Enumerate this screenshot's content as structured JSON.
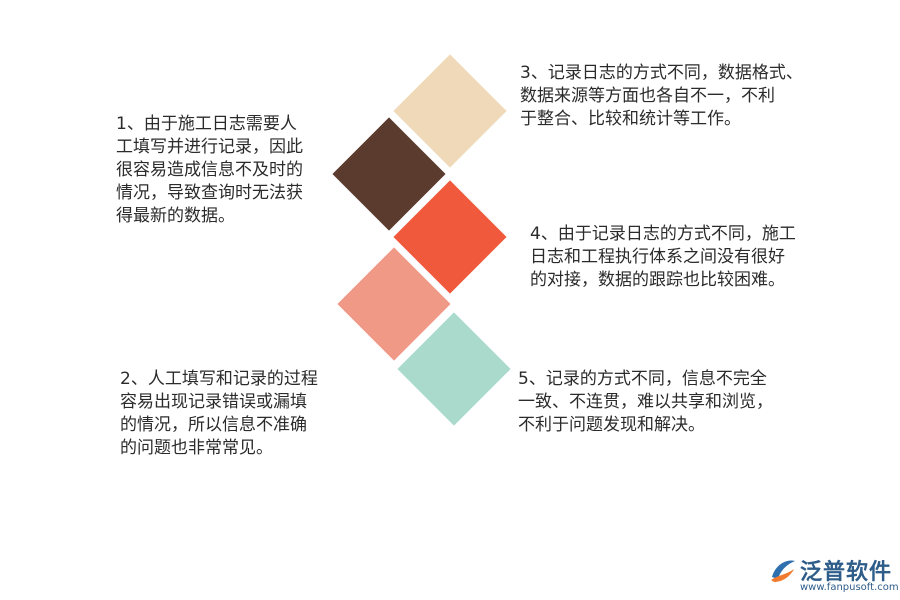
{
  "diagram": {
    "items": [
      {
        "text": "1、由于施工日志需要人\n工填写并进行记录，因此\n很容易造成信息不及时的\n情况，导致查询时无法获\n得最新的数据。",
        "color": "#5a3b2e"
      },
      {
        "text": "2、人工填写和记录的过程\n容易出现记录错误或漏填\n的情况，所以信息不准确\n的问题也非常常见。",
        "color": "#f09986"
      },
      {
        "text": "3、记录日志的方式不同，数据格式、\n数据来源等方面也各自不一，不利\n于整合、比较和统计等工作。",
        "color": "#f0d9b9"
      },
      {
        "text": "4、由于记录日志的方式不同，施工\n日志和工程执行体系之间没有很好\n的对接，数据的跟踪也比较困难。",
        "color": "#f0593b"
      },
      {
        "text": "5、记录的方式不同，信息不完全\n一致、不连贯，难以共享和浏览，\n不利于问题发现和解决。",
        "color": "#a9dacc"
      }
    ]
  },
  "logo": {
    "brand": "泛普软件",
    "url": "www.fanpusoft.com",
    "icon": "fanpu-logo-icon"
  }
}
